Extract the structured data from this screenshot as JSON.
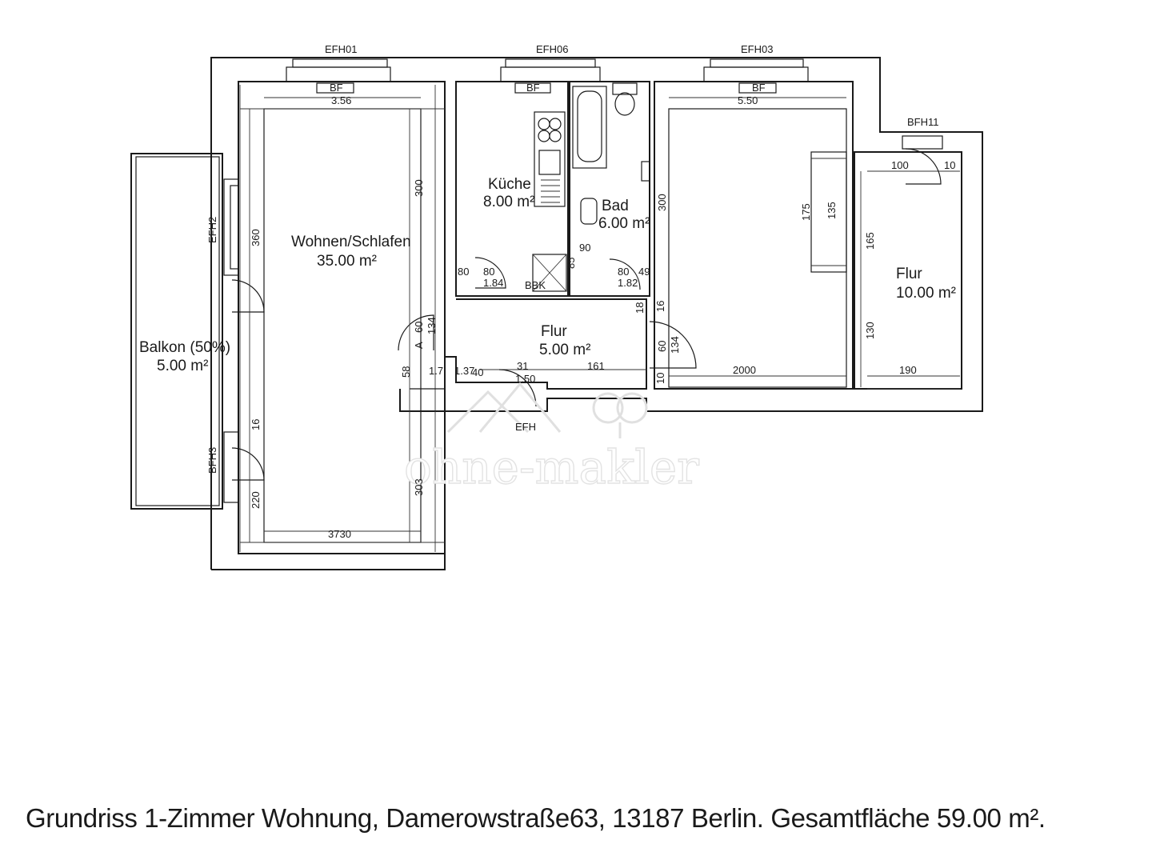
{
  "rooms": {
    "wohnen": {
      "name": "Wohnen/Schlafen",
      "area": "35.00 m²"
    },
    "kueche": {
      "name": "Küche",
      "area": "8.00 m²"
    },
    "bad": {
      "name": "Bad",
      "area": "6.00 m²"
    },
    "flur_mid": {
      "name": "Flur",
      "area": "5.00 m²"
    },
    "flur_right": {
      "name": "Flur",
      "area": "10.00 m²"
    },
    "balkon": {
      "name": "Balkon (50%)",
      "area": "5.00 m²"
    }
  },
  "windows": {
    "efh01": "EFH01",
    "efh06": "EFH06",
    "efh03": "EFH03",
    "bfh11": "BFH11",
    "efh2": "EFH2",
    "bfh3": "BFH3",
    "efh_bottom": "EFH"
  },
  "labels": {
    "bf1": "BF",
    "bf2": "BF",
    "bf3": "BF",
    "a_mark": "A",
    "bbk": "BBK"
  },
  "dimensions": {
    "d356": "3.56",
    "d550": "5.50",
    "d300a": "300",
    "d360": "360",
    "d300b": "300",
    "d175": "175",
    "d135": "135",
    "d100": "100",
    "d10a": "10",
    "d165": "165",
    "d130": "130",
    "d190": "190",
    "d2000": "2000",
    "d3730": "3730",
    "d220": "220",
    "d303": "303",
    "d16a": "16",
    "d80a": "80",
    "d80b": "80",
    "d90": "90",
    "d85": "85",
    "d80c": "80",
    "d49": "49",
    "d184": "1.84",
    "d182": "1.82",
    "d60a": "60",
    "d134a": "134",
    "d58": "58",
    "d17": "1.7",
    "d137": "1.37",
    "d40": "40",
    "d31": "31",
    "d150": "1.50",
    "d161": "161",
    "d18": "18",
    "d16b": "16",
    "d60b": "60",
    "d134b": "134",
    "d10b": "10"
  },
  "watermark": "ohne-makler",
  "caption": "Grundriss 1-Zimmer Wohnung, Damerowstraße63, 13187 Berlin. Gesamtfläche 59.00 m²."
}
